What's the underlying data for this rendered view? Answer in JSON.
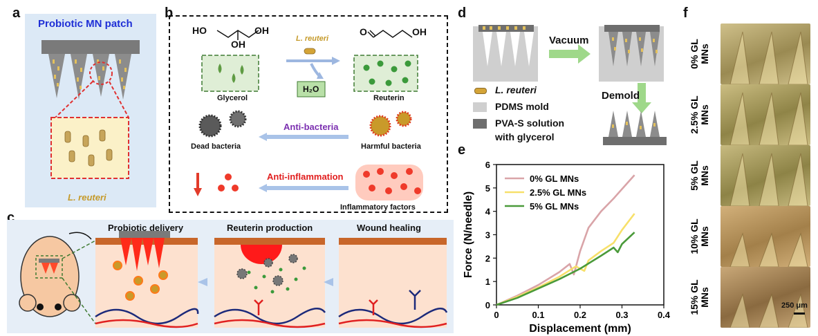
{
  "panels": {
    "a": "a",
    "b": "b",
    "c": "c",
    "d": "d",
    "e": "e",
    "f": "f"
  },
  "a": {
    "title": "Probiotic MN patch",
    "bacteria_label": "L. reuteri"
  },
  "b": {
    "glycerol_label": "Glycerol",
    "reuterin_label": "Reuterin",
    "bacteria_label": "L. reuteri",
    "water_label": "H₂O",
    "antibacteria_label": "Anti-bacteria",
    "dead_label": "Dead bacteria",
    "harmful_label": "Harmful bacteria",
    "antiinflam_label": "Anti-inflammation",
    "inflam_label": "Inflammatory factors",
    "mol_ho_left": "HO",
    "mol_oh_right": "OH",
    "mol_oh_bottom": "OH",
    "mol_o": "O",
    "mol_oh_reuterin": "OH"
  },
  "c": {
    "step1": "Probiotic delivery",
    "step2": "Reuterin production",
    "step3": "Wound healing"
  },
  "d": {
    "vacuum": "Vacuum",
    "demold": "Demold",
    "legend": [
      {
        "label": "L. reuteri",
        "italic": true,
        "color": "#d4a437"
      },
      {
        "label": "PDMS mold",
        "italic": false,
        "color": "#cfcfcf"
      },
      {
        "label": "PVA-S solution",
        "italic": false,
        "color": "#6e6e6e"
      },
      {
        "label": "with glycerol",
        "italic": false,
        "color": ""
      }
    ]
  },
  "chart_data": {
    "type": "line",
    "title": "",
    "xlabel": "Displacement (mm)",
    "ylabel": "Force (N/needle)",
    "xlim": [
      0,
      0.4
    ],
    "ylim": [
      0,
      6
    ],
    "xticks": [
      "0",
      "0.1",
      "0.2",
      "0.3",
      "0.4"
    ],
    "yticks": [
      "0",
      "1",
      "2",
      "3",
      "4",
      "5",
      "6"
    ],
    "legend_position": "top-left",
    "series": [
      {
        "name": "0% GL MNs",
        "color": "#d9a4a8",
        "x": [
          0,
          0.05,
          0.1,
          0.15,
          0.175,
          0.185,
          0.2,
          0.22,
          0.25,
          0.28,
          0.3,
          0.33
        ],
        "y": [
          0,
          0.4,
          0.85,
          1.4,
          1.75,
          1.3,
          2.3,
          3.3,
          4.0,
          4.55,
          4.95,
          5.55
        ]
      },
      {
        "name": "2.5% GL MNs",
        "color": "#f7e06a",
        "x": [
          0,
          0.05,
          0.1,
          0.15,
          0.19,
          0.21,
          0.22,
          0.25,
          0.28,
          0.3,
          0.33
        ],
        "y": [
          0,
          0.35,
          0.75,
          1.2,
          1.65,
          1.45,
          1.9,
          2.3,
          2.65,
          3.2,
          3.9
        ]
      },
      {
        "name": "5% GL MNs",
        "color": "#4a9a3a",
        "x": [
          0,
          0.05,
          0.1,
          0.15,
          0.2,
          0.25,
          0.28,
          0.29,
          0.3,
          0.33
        ],
        "y": [
          0,
          0.3,
          0.7,
          1.1,
          1.55,
          2.1,
          2.45,
          2.25,
          2.6,
          3.1
        ]
      }
    ]
  },
  "f": {
    "rows": [
      {
        "label": "0% GL\nMNs",
        "l1": "0% GL",
        "l2": "MNs",
        "tone": "#9a8a52",
        "tone2": "#cfc08a"
      },
      {
        "label": "2.5% GL\nMNs",
        "l1": "2.5% GL",
        "l2": "MNs",
        "tone": "#8f8447",
        "tone2": "#cbbd82"
      },
      {
        "label": "5% GL\nMNs",
        "l1": "5% GL",
        "l2": "MNs",
        "tone": "#8d8346",
        "tone2": "#c7ba80"
      },
      {
        "label": "10% GL\nMNs",
        "l1": "10% GL",
        "l2": "MNs",
        "tone": "#a3804a",
        "tone2": "#d2b07a"
      },
      {
        "label": "15% GL\nMNs",
        "l1": "15% GL",
        "l2": "MNs",
        "tone": "#8a6a40",
        "tone2": "#c9a878"
      }
    ],
    "scale_bar": "250 μm"
  }
}
